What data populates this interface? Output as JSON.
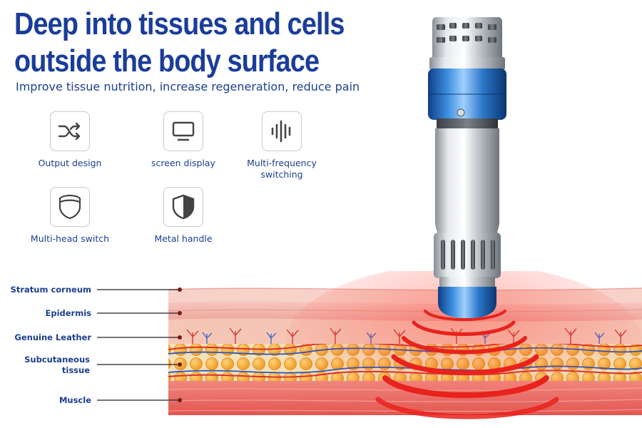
{
  "headline": {
    "line1": "Deep into tissues and cells",
    "line2": "outside the body surface"
  },
  "subline": "Improve tissue nutrition, increase regeneration, reduce pain",
  "features": [
    {
      "label": "Output design",
      "icon": "shuffle-icon"
    },
    {
      "label": "screen display",
      "icon": "monitor-icon"
    },
    {
      "label": "Multi-frequency switching",
      "icon": "sound-wave-icon"
    },
    {
      "label": "Multi-head switch",
      "icon": "shield-outline-icon"
    },
    {
      "label": "Metal handle",
      "icon": "shield-half-icon"
    }
  ],
  "layers": [
    {
      "label": "Stratum corneum"
    },
    {
      "label": "Epidermis"
    },
    {
      "label": "Genuine Leather"
    },
    {
      "label": "Subcutaneous tissue"
    },
    {
      "label": "Muscle"
    }
  ],
  "colors": {
    "title_blue": "#1a3d9a",
    "text_blue": "#1c3f8f",
    "device_blue": "#2a7fd0",
    "device_silver": "#c4c8cc",
    "skin_pink": "#f2b9b0",
    "fat_orange": "#f4a63a",
    "wave_red": "#e8221c"
  }
}
